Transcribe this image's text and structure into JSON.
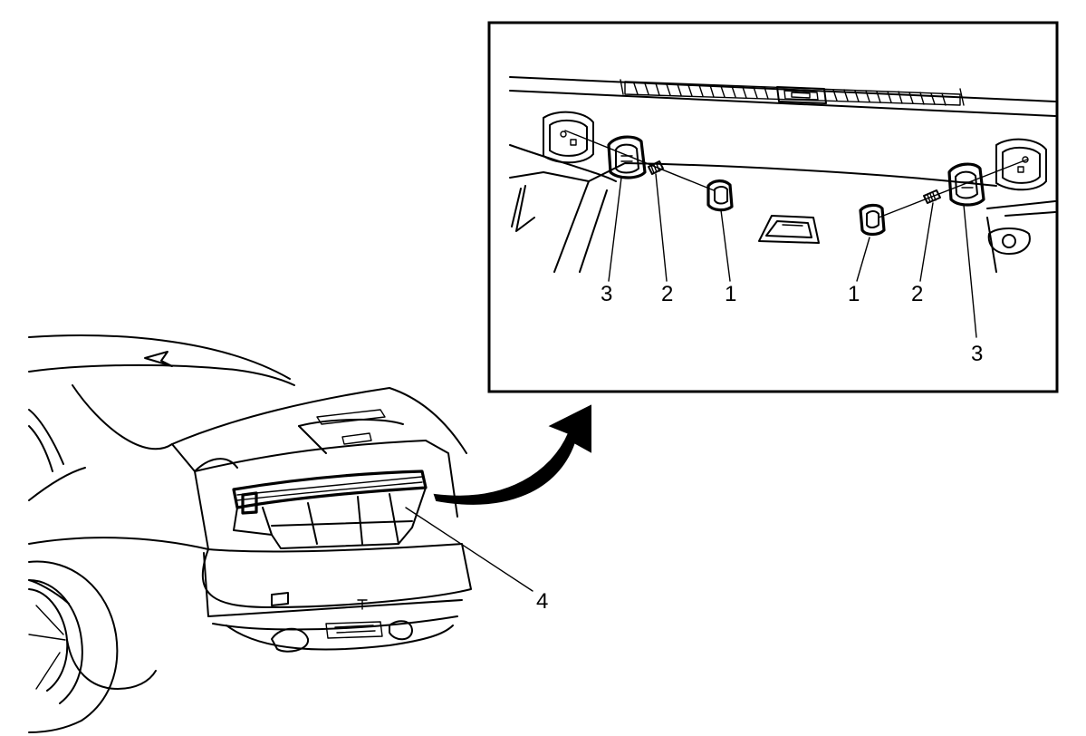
{
  "diagram": {
    "callouts": [
      {
        "id": "c3-left",
        "text": "3"
      },
      {
        "id": "c2-left",
        "text": "2"
      },
      {
        "id": "c1-left",
        "text": "1"
      },
      {
        "id": "c1-right",
        "text": "1"
      },
      {
        "id": "c2-right",
        "text": "2"
      },
      {
        "id": "c3-right",
        "text": "3"
      },
      {
        "id": "c4",
        "text": "4"
      }
    ],
    "colors": {
      "line": "#000000",
      "background": "#ffffff"
    }
  }
}
